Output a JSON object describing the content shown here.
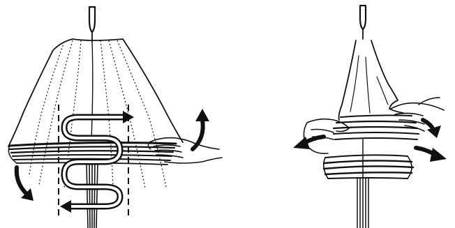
{
  "figure": {
    "panels": [
      {
        "id": "left",
        "subject": "canopy-folding-step-a",
        "arrows": [
          "fold-path-serpentine",
          "rotate-up-arrow",
          "rotate-down-arrow"
        ]
      },
      {
        "id": "right",
        "subject": "canopy-folding-step-b",
        "arrows": [
          "pull-left-arrow",
          "pull-right-arrow",
          "pull-right-lower-arrow"
        ]
      }
    ],
    "colors": {
      "ink": "#111111",
      "background": "#ffffff"
    }
  }
}
